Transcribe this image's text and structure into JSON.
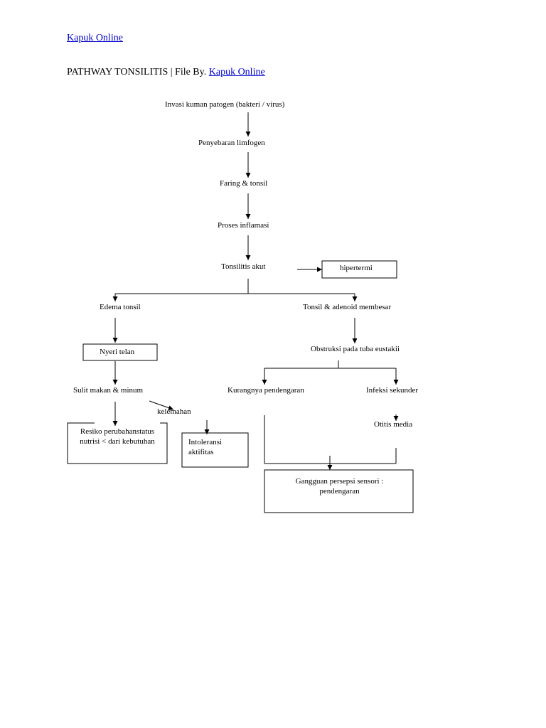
{
  "top_link": "Kapuk Online",
  "header": {
    "prefix": "PATHWAY TONSILITIS | File By. ",
    "link": "Kapuk Online"
  },
  "diagram": {
    "invasi": "Invasi kuman patogen (bakteri / virus)",
    "penyebaran": "Penyebaran limfogen",
    "faring": "Faring & tonsil",
    "proses": "Proses inflamasi",
    "tonsilitis_akut": "Tonsilitis akut",
    "hipertermi": "hipertermi",
    "edema": "Edema tonsil",
    "tonsil_adenoid": "Tonsil & adenoid membesar",
    "nyeri": "Nyeri telan",
    "obstruksi": "Obstruksi pada tuba eustakii",
    "sulit_makan": "Sulit makan  & minum",
    "kurangnya": "Kurangnya pendengaran",
    "infeksi": "Infeksi sekunder",
    "kelemahan": "kelemahan",
    "otitis": "Otitis media",
    "resiko": "Resiko perubahanstatus nutrisi < dari kebutuhan",
    "intoleransi": "Intoleransi aktifitas",
    "gangguan": "Gangguan persepsi sensori : pendengaran"
  }
}
